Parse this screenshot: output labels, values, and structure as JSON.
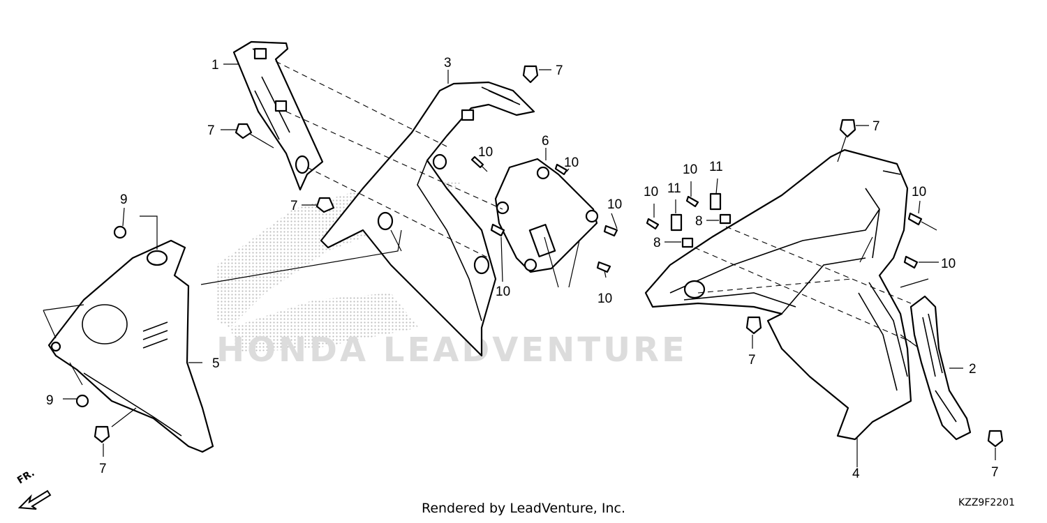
{
  "diagram": {
    "callouts": {
      "c1": "1",
      "c2": "2",
      "c3": "3",
      "c4": "4",
      "c5": "5",
      "c6": "6",
      "c7a": "7",
      "c7b": "7",
      "c7c": "7",
      "c7d": "7",
      "c7e": "7",
      "c7f": "7",
      "c7g": "7",
      "c8a": "8",
      "c8b": "8",
      "c9a": "9",
      "c9b": "9",
      "c10a": "10",
      "c10b": "10",
      "c10c": "10",
      "c10d": "10",
      "c10e": "10",
      "c10f": "10",
      "c10g": "10",
      "c10h": "10",
      "c10i": "10",
      "c11a": "11",
      "c11b": "11"
    },
    "watermark": "HONDA LEADVENTURE",
    "direction_label": "FR."
  },
  "footer": {
    "credit": "Rendered by LeadVenture, Inc.",
    "diagram_code": "KZZ9F2201"
  }
}
